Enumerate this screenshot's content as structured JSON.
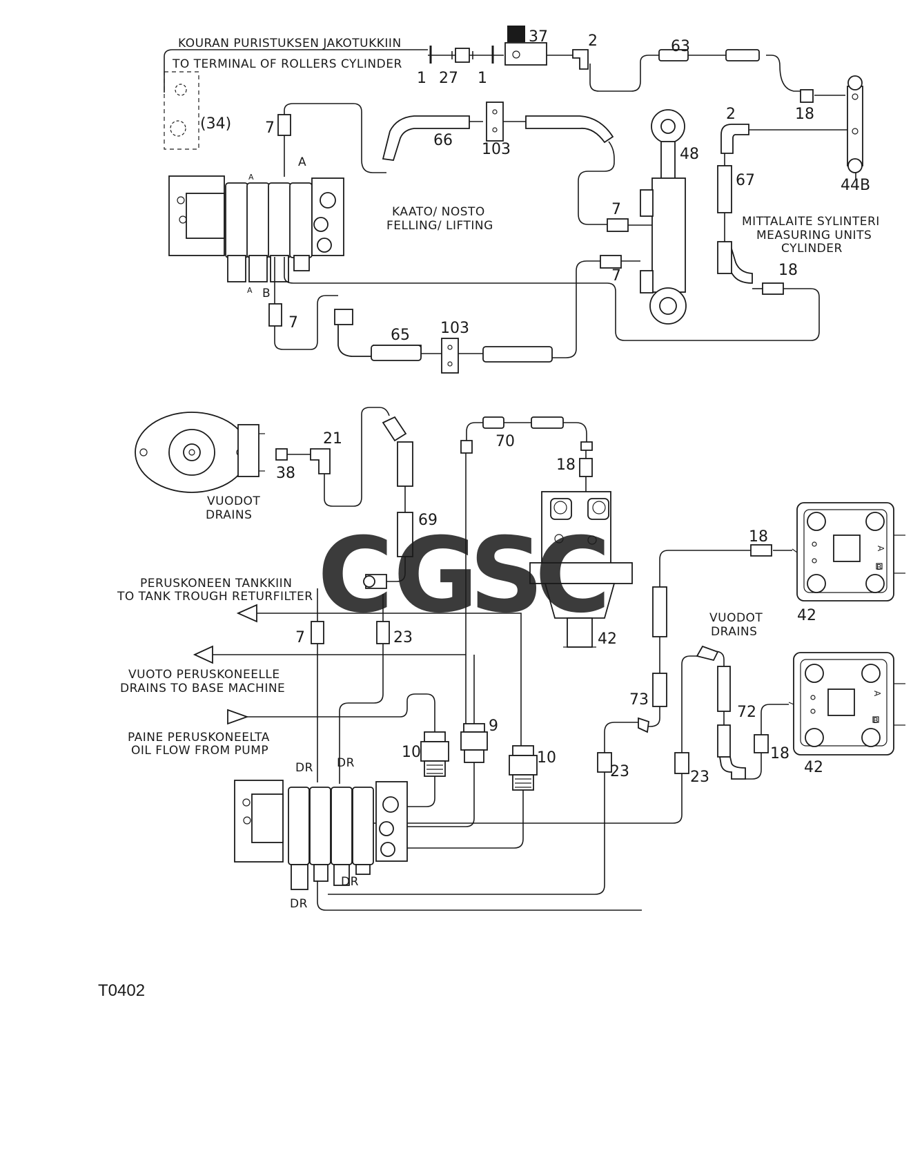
{
  "labels": {
    "kouran": "KOURAN PURISTUKSEN JAKOTUKKIIN",
    "terminal": "TO TERMINAL OF ROLLERS CYLINDER",
    "kaato": "KAATO/ NOSTO",
    "felling": "FELLING/ LIFTING",
    "mittalaite": "MITTALAITE SYLINTERI",
    "measuring": "MEASURING UNITS",
    "cylinder": "CYLINDER",
    "vuodot1": "VUODOT",
    "drains1": "DRAINS",
    "peruskoneen": "PERUSKONEEN TANKKIIN",
    "totank": "TO TANK TROUGH RETURFILTER",
    "vuoto": "VUOTO PERUSKONEELLE",
    "drainsbase": "DRAINS TO BASE MACHINE",
    "paine": "PAINE PERUSKONEELTA",
    "oilflow": "OIL FLOW FROM PUMP",
    "vuodot2": "VUODOT",
    "drains2": "DRAINS",
    "code": "T0402"
  },
  "ports": {
    "a_top": "A",
    "b_top": "B",
    "a_small": "A",
    "b_small": "A",
    "dr1": "DR",
    "dr2": "DR",
    "dr3": "DR",
    "dr4": "DR",
    "m_a1": "A",
    "m_b1": "B",
    "m_a2": "A",
    "m_b2": "B"
  },
  "parts": {
    "p37": "37",
    "p2a": "2",
    "p63": "63",
    "p1a": "1",
    "p27": "27",
    "p1b": "1",
    "p18a": "18",
    "p34": "(34)",
    "p7a": "7",
    "p66": "66",
    "p103a": "103",
    "p48": "48",
    "p2b": "2",
    "p44b": "44B",
    "p67": "67",
    "p7b": "7",
    "p7c": "7",
    "p18b": "18",
    "p7d": "7",
    "p65": "65",
    "p103b": "103",
    "p21": "21",
    "p38": "38",
    "p70": "70",
    "p18c": "18",
    "p69": "69",
    "p18d": "18",
    "p42a": "42",
    "p42b": "42",
    "p7e": "7",
    "p23a": "23",
    "p9": "9",
    "p10a": "10",
    "p10b": "10",
    "p73": "73",
    "p72": "72",
    "p18e": "18",
    "p23b": "23",
    "p23c": "23",
    "p42c": "42"
  },
  "watermark": {
    "letters": [
      "C",
      "G",
      "S",
      "C"
    ],
    "colors": [
      "#4f86e8",
      "#e8524a",
      "#f5c542",
      "#45b27a"
    ]
  }
}
